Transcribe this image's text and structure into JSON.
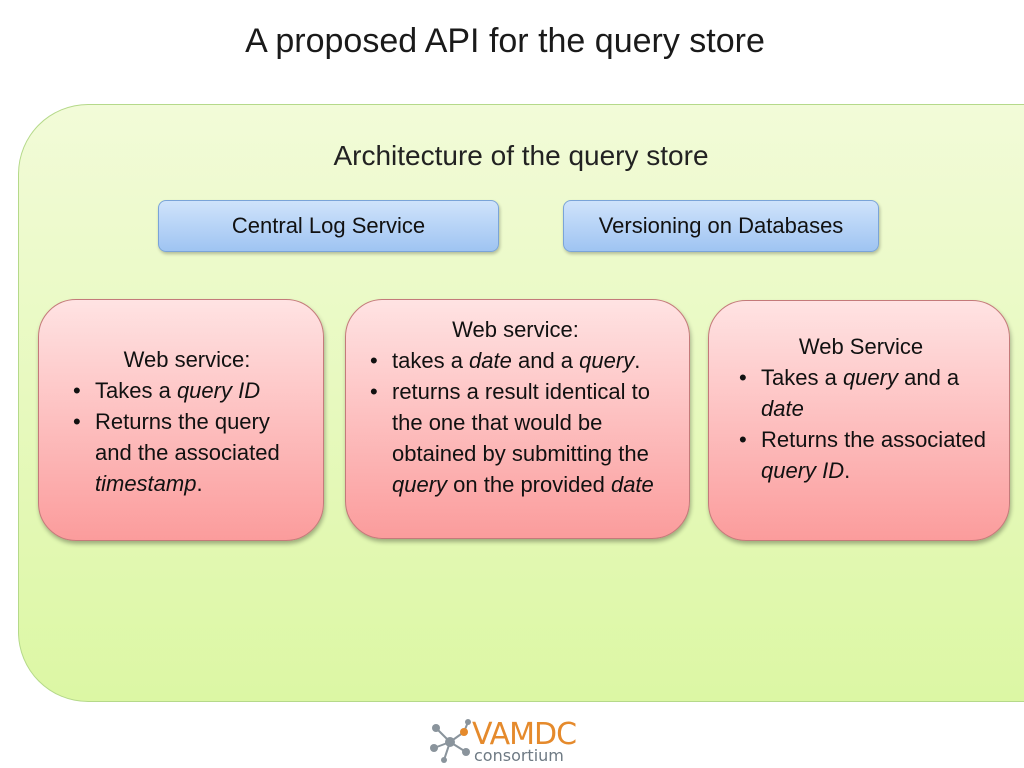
{
  "slide": {
    "title": "A proposed API for the query store"
  },
  "panel": {
    "heading": "Architecture of the query store",
    "central_log": "Central Log Service",
    "versioning": "Versioning on Databases"
  },
  "box_left": {
    "head": "Web service:",
    "b1_pre": "Takes a ",
    "b1_em": "query ID",
    "b2_pre": "Returns the query and the associated ",
    "b2_em": "timestamp",
    "b2_post": "."
  },
  "box_mid": {
    "head": "Web service:",
    "b1_pre": "takes a ",
    "b1_em1": "date",
    "b1_mid": " and a ",
    "b1_em2": "query",
    "b1_post": ".",
    "b2_pre": "returns a result identical to the one that would be obtained by submitting the ",
    "b2_em1": "query",
    "b2_mid": " on the provided ",
    "b2_em2": "date"
  },
  "box_right": {
    "head": "Web Service",
    "b1_pre": "Takes a ",
    "b1_em1": "query",
    "b1_mid": " and a ",
    "b1_em2": "date",
    "b2_pre": "Returns the associated ",
    "b2_em": "query ID",
    "b2_post": "."
  },
  "logo": {
    "name": "VAMDC",
    "sub": "consortium"
  },
  "colors": {
    "panel": "#dcf7a4",
    "blue_box": "#9fc4f2",
    "red_box": "#fb9c9c",
    "logo_orange": "#e58a2c",
    "logo_gray": "#6e7a84"
  }
}
